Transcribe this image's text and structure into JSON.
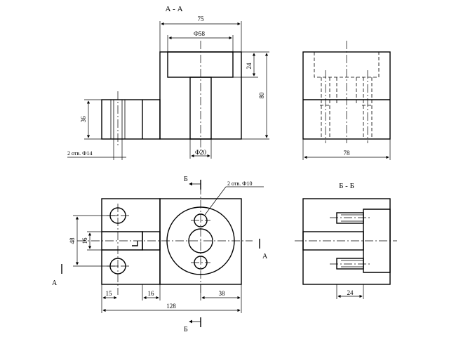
{
  "section_aa_title": "А - А",
  "section_bb_title": "Б - Б",
  "dims": {
    "d75": "75",
    "d58": "Ф58",
    "d24_top": "24",
    "d80": "80",
    "d36": "36",
    "d2x14": "2 отв. Ф14",
    "d20": "Ф20",
    "d78": "78",
    "d2x10": "2 отв. Ф10",
    "d48": "48",
    "d16_v": "16",
    "d15": "15",
    "d16_h": "16",
    "d38": "38",
    "d128": "128",
    "d24_bb": "24"
  },
  "cut_labels": {
    "b_top": "Б",
    "b_bottom": "Б",
    "a_left": "А",
    "a_right": "А"
  }
}
